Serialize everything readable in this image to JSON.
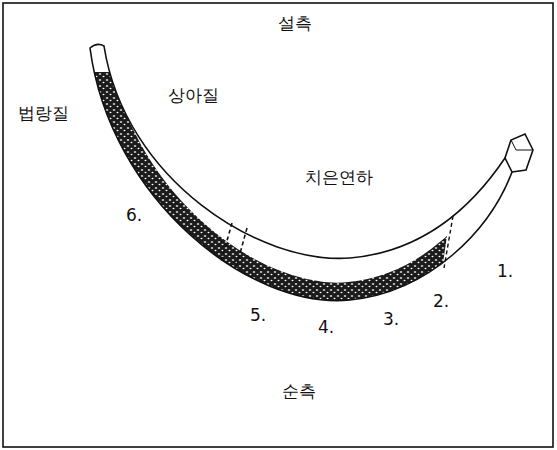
{
  "diagram": {
    "labels": [
      "설측",
      "상아질",
      "법랑질",
      "치은연하",
      "6.",
      "2.",
      "1.",
      "5.",
      "4.",
      "3.",
      "순측"
    ]
  }
}
